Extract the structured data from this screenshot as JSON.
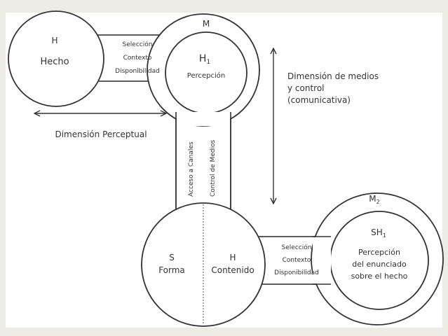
{
  "colors": {
    "background": "#ecebe4",
    "panel": "#ffffff",
    "stroke": "#333333",
    "text": "#333333"
  },
  "hecho": {
    "letter": "H",
    "label": "Hecho"
  },
  "top_connector": {
    "line1": "Selección",
    "line2": "Contexto",
    "line3": "Disponibilidad"
  },
  "m_circle": {
    "label": "M"
  },
  "h1": {
    "letter": "H",
    "subscript": "1",
    "label": "Percepción"
  },
  "dim_perceptual": {
    "label": "Dimensión Perceptual"
  },
  "dim_medios": {
    "line1": "Dimensión de medios",
    "line2": "y control",
    "line3": "(comunicativa)"
  },
  "vertical_connector": {
    "left": "Acceso a Canales",
    "right": "Control de Medios"
  },
  "s_half": {
    "letter": "S",
    "label": "Forma"
  },
  "h_half": {
    "letter": "H",
    "label": "Contenido"
  },
  "bottom_connector": {
    "line1": "Selección",
    "line2": "Contexto",
    "line3": "Disponibilidad"
  },
  "m2_circle": {
    "label": "M",
    "subscript": "2"
  },
  "sh1": {
    "letter": "SH",
    "subscript": "1",
    "line1": "Percepción",
    "line2": "del enunciado",
    "line3": "sobre el hecho"
  }
}
